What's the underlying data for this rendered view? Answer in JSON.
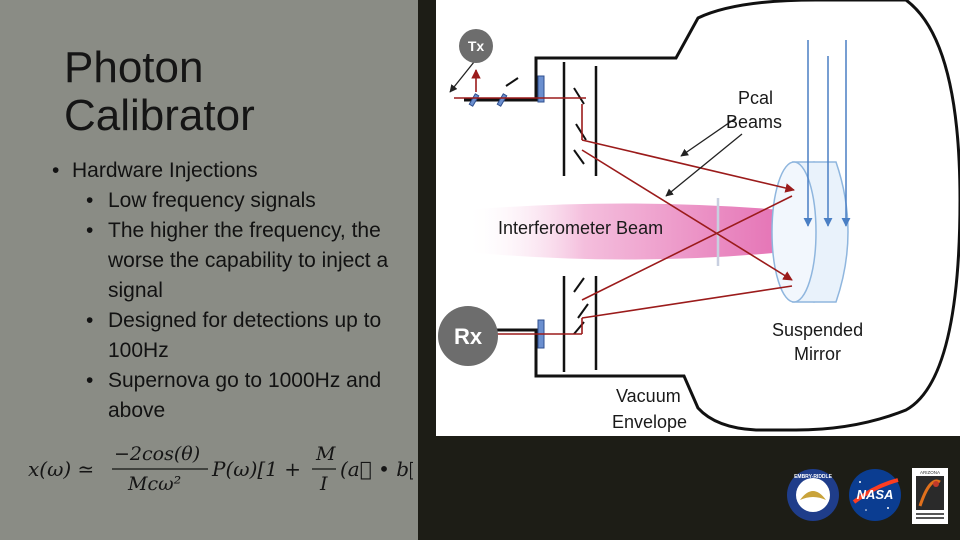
{
  "slide": {
    "title": "Photon\nCalibrator",
    "bullets": [
      {
        "level": 1,
        "text": "Hardware Injections"
      },
      {
        "level": 2,
        "text": "Low frequency signals"
      },
      {
        "level": 2,
        "text": "The higher the frequency, the worse the capability to inject a signal"
      },
      {
        "level": 2,
        "text": "Designed for detections up to 100Hz"
      },
      {
        "level": 2,
        "text": "Supernova go to 1000Hz and above"
      }
    ],
    "formula": {
      "lhs": "x(ω) ≃",
      "numerator": "−2cos(θ)",
      "denominator": "Mcω²",
      "mid": "P(ω)[1 +",
      "frac2_num": "M",
      "frac2_den": "I",
      "tail": "(a⃗ • b⃗)]"
    }
  },
  "diagram": {
    "labels": {
      "tx": "Tx",
      "rx": "Rx",
      "pcal_line1": "Pcal",
      "pcal_line2": "Beams",
      "beam": "Interferometer Beam",
      "mirror_line1": "Suspended",
      "mirror_line2": "Mirror",
      "vacuum_line1": "Vacuum",
      "vacuum_line2": "Envelope"
    },
    "colors": {
      "beam_red": "#9b1b1b",
      "interferometer_pink": "#e05aa8",
      "mirror_blue": "#bcd6f2",
      "arrow_blue": "#4a7fc4",
      "tx_rx_gray": "#6d6d6d"
    }
  },
  "logos": {
    "embry_riddle": "EMBRY-RIDDLE",
    "nasa": "NASA",
    "arizona": "ARIZONA"
  }
}
